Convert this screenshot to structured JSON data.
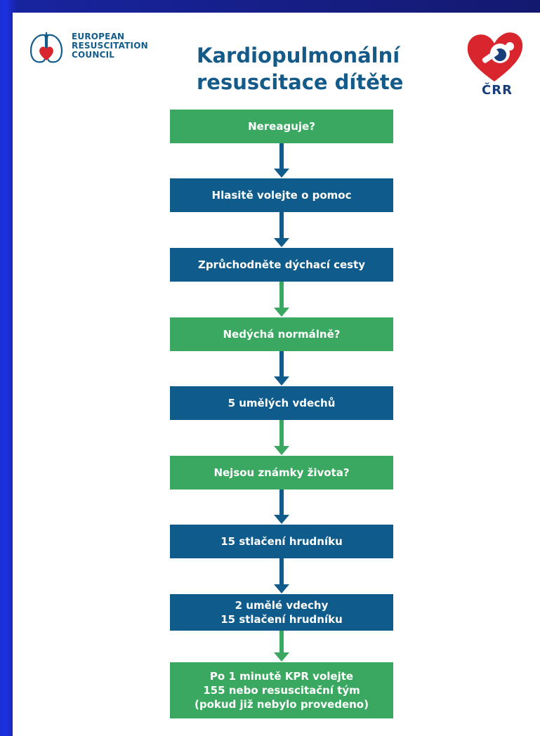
{
  "header": {
    "erc_lines": [
      "EUROPEAN",
      "RESUSCITATION",
      "COUNCIL"
    ],
    "title_lines": [
      "Kardiopulmonální",
      "resuscitace dítěte"
    ],
    "crr_label": "ČRR"
  },
  "flow": {
    "steps": [
      {
        "lines": [
          "Nereaguje?"
        ],
        "color": "#3aa860"
      },
      {
        "lines": [
          "Hlasitě volejte o pomoc"
        ],
        "color": "#0e5b8c"
      },
      {
        "lines": [
          "Zprůchodněte dýchací cesty"
        ],
        "color": "#0e5b8c"
      },
      {
        "lines": [
          "Nedýchá normálně?"
        ],
        "color": "#3aa860"
      },
      {
        "lines": [
          "5 umělých vdechů"
        ],
        "color": "#0e5b8c"
      },
      {
        "lines": [
          "Nejsou známky života?"
        ],
        "color": "#3aa860"
      },
      {
        "lines": [
          "15 stlačení hrudníku"
        ],
        "color": "#0e5b8c"
      },
      {
        "lines": [
          "2 umělé vdechy",
          "15 stlačení hrudníku"
        ],
        "color": "#0e5b8c"
      },
      {
        "lines": [
          "Po 1 minutě KPR volejte",
          "155 nebo resuscitační tým",
          "(pokud již nebylo provedeno)"
        ],
        "color": "#3aa860"
      }
    ]
  },
  "colors": {
    "green": "#3aa860",
    "blue": "#0e5b8c",
    "title": "#155b8a",
    "background_blue": "#14196f",
    "crr_red": "#d9262e"
  }
}
